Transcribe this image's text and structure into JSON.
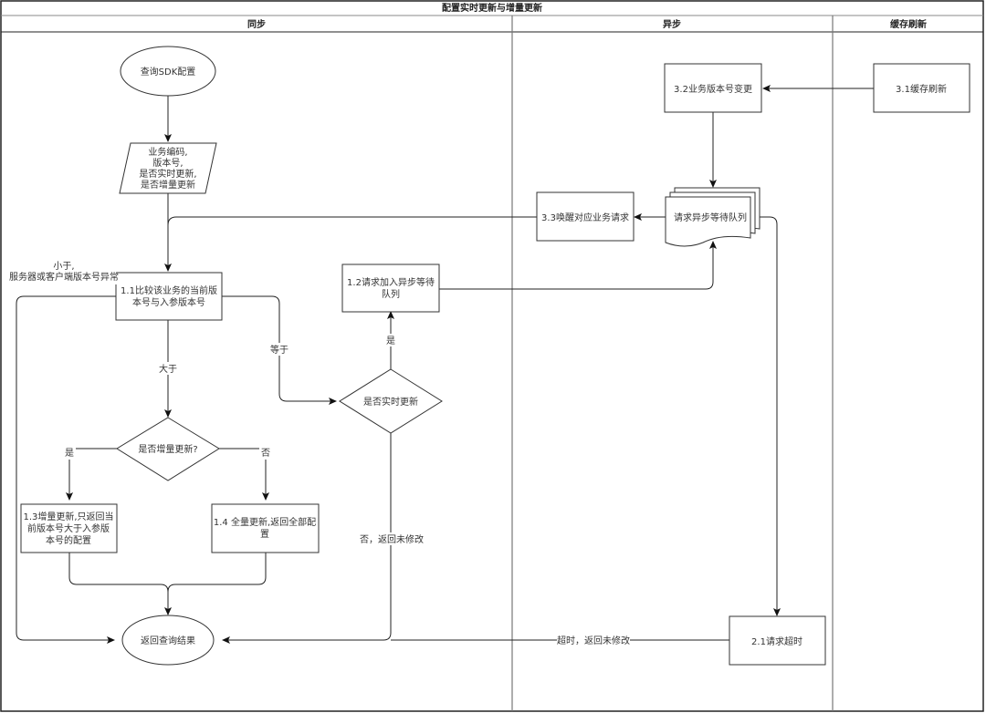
{
  "diagram": {
    "title": "配置实时更新与增量更新",
    "lanes": [
      {
        "id": "sync",
        "label": "同步"
      },
      {
        "id": "async",
        "label": "异步"
      },
      {
        "id": "cache",
        "label": "缓存刷新"
      }
    ],
    "nodes": {
      "start": {
        "type": "ellipse",
        "lines": [
          "查询SDK配置"
        ]
      },
      "input": {
        "type": "parallelogram",
        "lines": [
          "业务编码,",
          "版本号,",
          "是否实时更新,",
          "是否增量更新"
        ]
      },
      "n11": {
        "type": "rect",
        "lines": [
          "1.1比较该业务的当前版",
          "本号与入参版本号"
        ]
      },
      "n12": {
        "type": "rect",
        "lines": [
          "1.2请求加入异步等待",
          "队列"
        ]
      },
      "d_realtime": {
        "type": "diamond",
        "lines": [
          "是否实时更新"
        ]
      },
      "d_incr": {
        "type": "diamond",
        "lines": [
          "是否增量更新?"
        ]
      },
      "n13": {
        "type": "rect",
        "lines": [
          "1.3增量更新,只返回当",
          "前版本号大于入参版",
          "本号的配置"
        ]
      },
      "n14": {
        "type": "rect",
        "lines": [
          "1.4 全量更新,返回全部配",
          "置"
        ]
      },
      "end": {
        "type": "ellipse",
        "lines": [
          "返回查询结果"
        ]
      },
      "n32": {
        "type": "rect",
        "lines": [
          "3.2业务版本号变更"
        ]
      },
      "n31": {
        "type": "rect",
        "lines": [
          "3.1缓存刷新"
        ]
      },
      "queue": {
        "type": "multi-document",
        "lines": [
          "请求异步等待队列"
        ]
      },
      "n33": {
        "type": "rect",
        "lines": [
          "3.3唤醒对应业务请求"
        ]
      },
      "n21": {
        "type": "rect",
        "lines": [
          "2.1请求超时"
        ]
      }
    },
    "edge_labels": {
      "less": [
        "小于,",
        "服务器或客户端版本号异常"
      ],
      "greater": "大于",
      "equal": "等于",
      "yes_realtime": "是",
      "no_realtime": "否，返回未修改",
      "yes_incr": "是",
      "no_incr": "否",
      "timeout": "超时，返回未修改"
    }
  }
}
